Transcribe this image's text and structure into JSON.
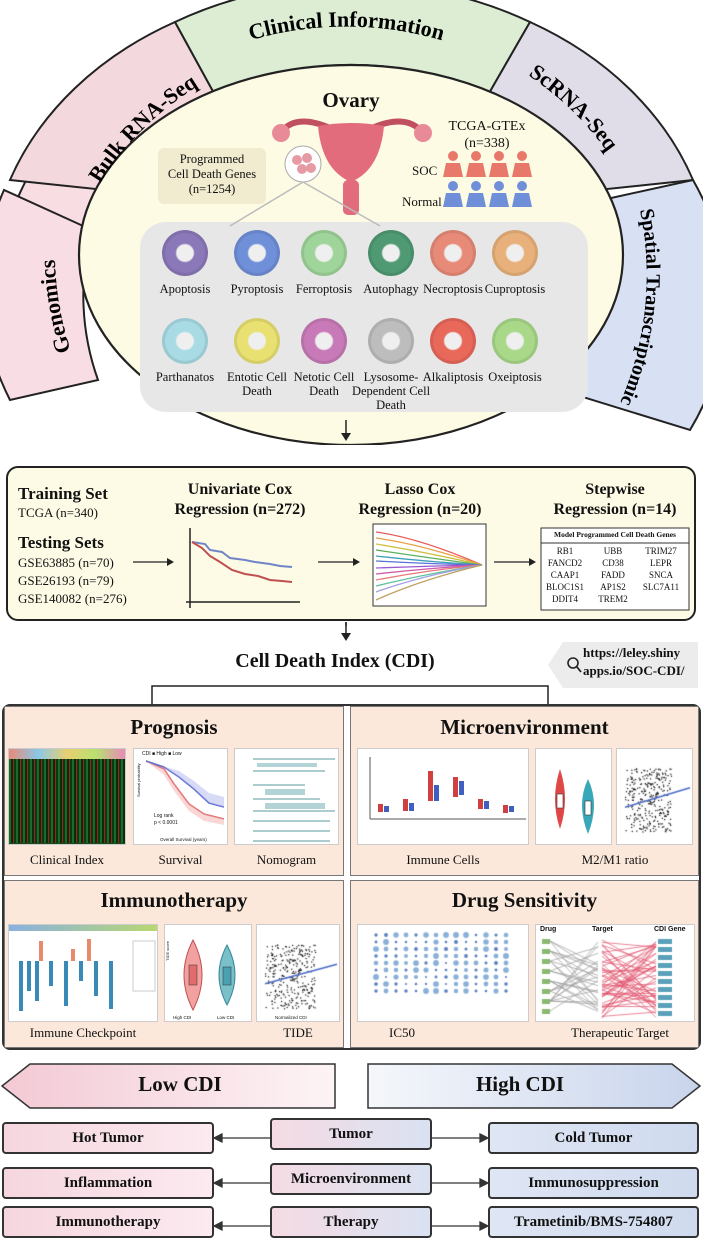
{
  "top": {
    "arcs": {
      "clinical": "Clinical Information",
      "bulk": "Bulk RNA-Seq",
      "scrna": "ScRNA-Seq",
      "genomics": "Genomics",
      "spatial": "Spatial Transcriptomic"
    },
    "ovary_title": "Ovary",
    "pcd_box": {
      "line1": "Programmed",
      "line2": "Cell Death Genes",
      "line3": "(n=1254)"
    },
    "tcga": {
      "line1": "TCGA-GTEx",
      "line2": "(n=338)",
      "soc": "SOC",
      "normal": "Normal"
    },
    "cells": [
      {
        "name": "Apoptosis",
        "color": "#8a78b8"
      },
      {
        "name": "Pyroptosis",
        "color": "#6f8fd8"
      },
      {
        "name": "Ferroptosis",
        "color": "#9fd49a"
      },
      {
        "name": "Autophagy",
        "color": "#4f9a72"
      },
      {
        "name": "Necroptosis",
        "color": "#e88a78"
      },
      {
        "name": "Cuproptosis",
        "color": "#e8b07a"
      },
      {
        "name": "Parthanatos",
        "color": "#a8dbe4"
      },
      {
        "name": "Entotic Cell Death",
        "color": "#e8e070"
      },
      {
        "name": "Netotic Cell Death",
        "color": "#c87ab8"
      },
      {
        "name": "Lysosome-Dependent Cell Death",
        "color": "#bdbdbd"
      },
      {
        "name": "Alkaliptosis",
        "color": "#e8685a"
      },
      {
        "name": "Oxeiptosis",
        "color": "#a8d888"
      }
    ]
  },
  "workflow": {
    "training_title": "Training Set",
    "training_set": "TCGA  (n=340)",
    "testing_title": "Testing Sets",
    "testing_sets": [
      "GSE63885 (n=70)",
      "GSE26193 (n=79)",
      "GSE140082  (n=276)"
    ],
    "univariate": {
      "line1": "Univariate Cox",
      "line2": "Regression (n=272)"
    },
    "lasso": {
      "line1": "Lasso Cox",
      "line2": "Regression (n=20)"
    },
    "stepwise": {
      "line1": "Stepwise",
      "line2": "Regression (n=14)"
    },
    "gene_table_title": "Model Programmed Cell Death Genes",
    "genes": [
      "RB1",
      "UBB",
      "TRIM27",
      "FANCD2",
      "CD38",
      "LEPR",
      "CAAP1",
      "FADD",
      "SNCA",
      "BLOC1S1",
      "AP1S2",
      "SLC7A11",
      "DDIT4",
      "TREM2"
    ]
  },
  "cdi": {
    "title": "Cell Death Index (CDI)",
    "url_line1": "https://leley.shiny",
    "url_line2": "apps.io/SOC-CDI/"
  },
  "panels": {
    "prognosis": {
      "title": "Prognosis",
      "labels": [
        "Clinical Index",
        "Survival",
        "Nomogram"
      ]
    },
    "microenvironment": {
      "title": "Microenvironment",
      "labels": [
        "Immune Cells",
        "M2/M1 ratio"
      ]
    },
    "immunotherapy": {
      "title": "Immunotherapy",
      "labels": [
        "Immune Checkpoint",
        "TIDE"
      ]
    },
    "drug": {
      "title": "Drug Sensitivity",
      "labels": [
        "IC50",
        "Therapeutic Target"
      ]
    }
  },
  "mini_text": {
    "survival_legend": "CDI  ■ High  ■ Low",
    "survival_xlabel": "Overall Survival (years)",
    "survival_ylabel": "Survival probability",
    "logrank": "Log rank",
    "pvalue": "p < 0.0001",
    "drug_hdr": "Drug",
    "target_hdr": "Target",
    "cdi_gene_hdr": "CDI Gene",
    "high_cdi": "High CDI",
    "low_cdi": "Low CDI",
    "norm_cdi": "Normalized CDI",
    "tide_score": "TIDE score"
  },
  "comparison": {
    "low": "Low CDI",
    "high": "High CDI",
    "rows": [
      {
        "left": "Hot Tumor",
        "mid": "Tumor",
        "right": "Cold Tumor"
      },
      {
        "left": "Inflammation",
        "mid": "Microenvironment",
        "right": "Immunosuppression"
      },
      {
        "left": "Immunotherapy",
        "mid": "Therapy",
        "right": "Trametinib/BMS-754807"
      }
    ]
  },
  "colors": {
    "panel_bg": "#fbe8da",
    "ovary_bg": "#fdfbe4",
    "low_pink": "#f6d6de",
    "high_blue": "#d6dff0"
  }
}
